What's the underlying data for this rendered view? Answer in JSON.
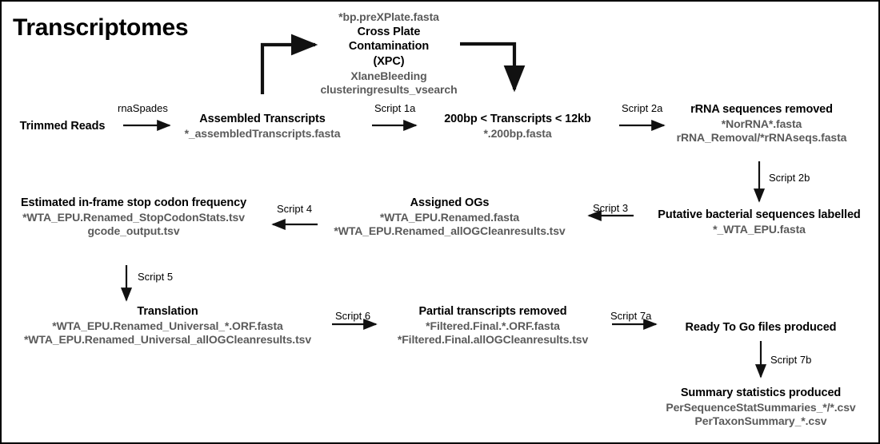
{
  "page": {
    "title": "Transcriptomes",
    "accent_color": "#000000",
    "file_color": "#5a5a5a",
    "background": "#ffffff"
  },
  "nodes": {
    "trimmed_reads": {
      "title": "Trimmed Reads",
      "files": []
    },
    "assembled_transcripts": {
      "title": "Assembled Transcripts",
      "files": [
        "*_assembledTranscripts.fasta"
      ]
    },
    "xpc": {
      "pre_file": "*bp.preXPlate.fasta",
      "title_line1": "Cross Plate",
      "title_line2": "Contamination",
      "title_line3": "(XPC)",
      "files": [
        "XlaneBleeding",
        "clusteringresults_vsearch"
      ]
    },
    "size_filter": {
      "title": "200bp < Transcripts < 12kb",
      "files": [
        "*.200bp.fasta"
      ]
    },
    "rrna_removed": {
      "title": "rRNA sequences removed",
      "files": [
        "*NorRNA*.fasta",
        "rRNA_Removal/*rRNAseqs.fasta"
      ]
    },
    "bacterial_labelled": {
      "title": "Putative bacterial sequences labelled",
      "files": [
        "*_WTA_EPU.fasta"
      ]
    },
    "assigned_ogs": {
      "title": "Assigned OGs",
      "files": [
        "*WTA_EPU.Renamed.fasta",
        "*WTA_EPU.Renamed_allOGCleanresults.tsv"
      ]
    },
    "stop_codon": {
      "title": "Estimated in-frame stop codon frequency",
      "files": [
        "*WTA_EPU.Renamed_StopCodonStats.tsv",
        "gcode_output.tsv"
      ]
    },
    "translation": {
      "title": "Translation",
      "files": [
        "*WTA_EPU.Renamed_Universal_*.ORF.fasta",
        "*WTA_EPU.Renamed_Universal_allOGCleanresults.tsv"
      ]
    },
    "partial_removed": {
      "title": "Partial transcripts removed",
      "files": [
        "*Filtered.Final.*.ORF.fasta",
        "*Filtered.Final.allOGCleanresults.tsv"
      ]
    },
    "ready_to_go": {
      "title": "Ready To Go files produced",
      "files": []
    },
    "summary_stats": {
      "title": "Summary statistics produced",
      "files": [
        "PerSequenceStatSummaries_*/*.csv",
        "PerTaxonSummary_*.csv"
      ]
    }
  },
  "edges": {
    "rnaspades": "rnaSpades",
    "script_1a": "Script 1a",
    "script_2a": "Script 2a",
    "script_2b": "Script 2b",
    "script_3": "Script 3",
    "script_4": "Script 4",
    "script_5": "Script 5",
    "script_6": "Script 6",
    "script_7a": "Script 7a",
    "script_7b": "Script 7b"
  }
}
